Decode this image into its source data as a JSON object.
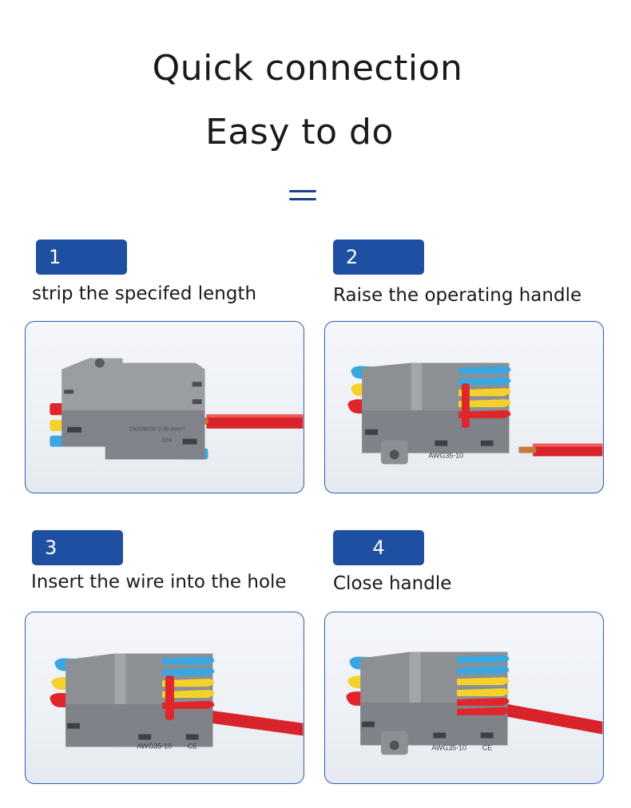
{
  "header": {
    "title_line1": "Quick connection",
    "title_line2": "Easy to do"
  },
  "steps": [
    {
      "number": "1",
      "caption": "strip the specifed length"
    },
    {
      "number": "2",
      "caption": "Raise the operating handle"
    },
    {
      "number": "3",
      "caption": "Insert the wire into the hole"
    },
    {
      "number": "4",
      "caption": "Close handle"
    }
  ],
  "product_marks": {
    "model": "AWG35-10",
    "cert": "CE",
    "rating": "250V/600V  0.08-4mm²",
    "current": "32A"
  },
  "colors": {
    "accent": "#1f4fa0",
    "frame_border": "#2d5fb3",
    "housing": "#8c8f94",
    "lever_blue": "#3aa7e0",
    "lever_yellow": "#f5d22b",
    "lever_red": "#e0262b",
    "wire_red": "#d9232a",
    "copper": "#c77a3f"
  }
}
